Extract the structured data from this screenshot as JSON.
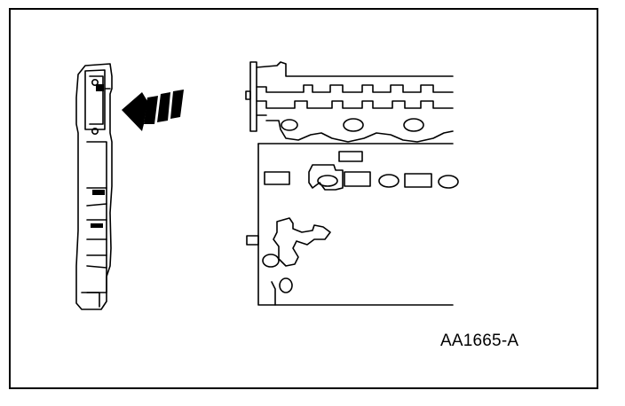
{
  "figure": {
    "id_label": "AA1665-A",
    "line_color": "#000000",
    "background": "#ffffff"
  },
  "parts": {
    "left_part": "camshaft-bearing-cap-side-view",
    "right_part": "cylinder-head-outline",
    "arrow_icon": "direction-arrow-icon"
  }
}
